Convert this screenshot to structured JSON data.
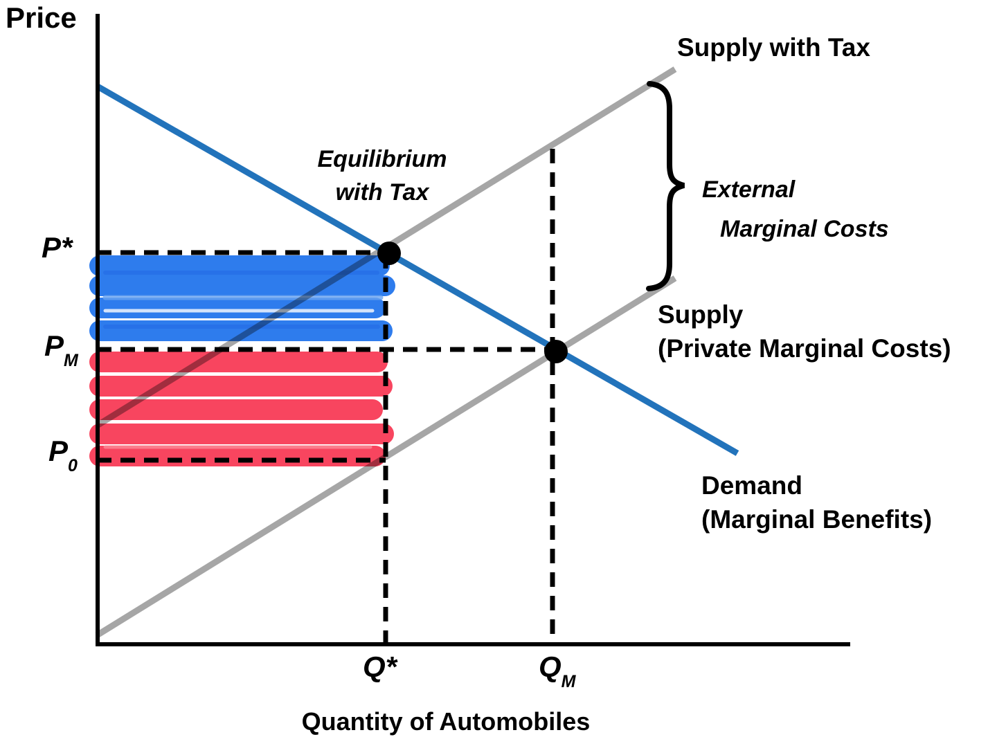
{
  "titles": {
    "y_axis": "Price",
    "x_axis": "Quantity of Automobiles"
  },
  "curve_labels": {
    "supply_with_tax": "Supply with Tax",
    "supply_line1": "Supply",
    "supply_line2": "(Private Marginal Costs)",
    "demand_line1": "Demand",
    "demand_line2": "(Marginal Benefits)"
  },
  "annotations": {
    "equilibrium_line1": "Equilibrium",
    "equilibrium_line2": "with Tax",
    "external_line1": "External",
    "external_line2": "Marginal Costs"
  },
  "axis_marks": {
    "p_star": "P*",
    "p_m_main": "P",
    "p_m_sub": "M",
    "p_zero_main": "P",
    "p_zero_sub": "0",
    "q_star": "Q*",
    "q_m_main": "Q",
    "q_m_sub": "M"
  },
  "colors": {
    "demand_line": "#2273bb",
    "supply_lines": "#a6a6a6",
    "blue_highlight": "#2e7ced",
    "red_highlight": "#f8455f",
    "dashed_guides": "#000000",
    "axes": "#000000",
    "equilibrium_dots": "#000000"
  },
  "chart_data": {
    "type": "line",
    "title": "",
    "xlabel": "Quantity of Automobiles",
    "ylabel": "Price",
    "axes_numeric": false,
    "xlim": [
      0,
      10
    ],
    "ylim": [
      0,
      10
    ],
    "grid": false,
    "series": [
      {
        "name": "Demand (Marginal Benefits)",
        "color": "#2273bb",
        "points": [
          [
            0,
            8.9
          ],
          [
            8.5,
            3.0
          ]
        ]
      },
      {
        "name": "Supply (Private Marginal Costs)",
        "color": "#a6a6a6",
        "points": [
          [
            0,
            0.2
          ],
          [
            7.7,
            5.8
          ]
        ]
      },
      {
        "name": "Supply with Tax",
        "color": "#a6a6a6",
        "points": [
          [
            0,
            3.5
          ],
          [
            7.7,
            9.1
          ]
        ]
      }
    ],
    "markers": [
      {
        "label": "Equilibrium with Tax",
        "x": 3.8,
        "y": 6.2
      },
      {
        "label": "",
        "x": 6.0,
        "y": 4.7
      }
    ],
    "reference_values": {
      "p_star": 6.2,
      "p_m": 4.7,
      "p_0": 2.9,
      "q_star": 3.8,
      "q_m": 6.0
    },
    "brace_annotation": {
      "label": "External Marginal Costs",
      "between_series": [
        "Supply with Tax",
        "Supply (Private Marginal Costs)"
      ],
      "at_x": 7.7
    },
    "shaded_regions": [
      {
        "color": "#2e7ced",
        "x_range": [
          0,
          3.8
        ],
        "y_range": [
          4.7,
          6.2
        ],
        "style": "highlighter"
      },
      {
        "color": "#f8455f",
        "x_range": [
          0,
          3.8
        ],
        "y_range": [
          2.9,
          4.7
        ],
        "style": "highlighter"
      }
    ],
    "legend_position": "none"
  }
}
